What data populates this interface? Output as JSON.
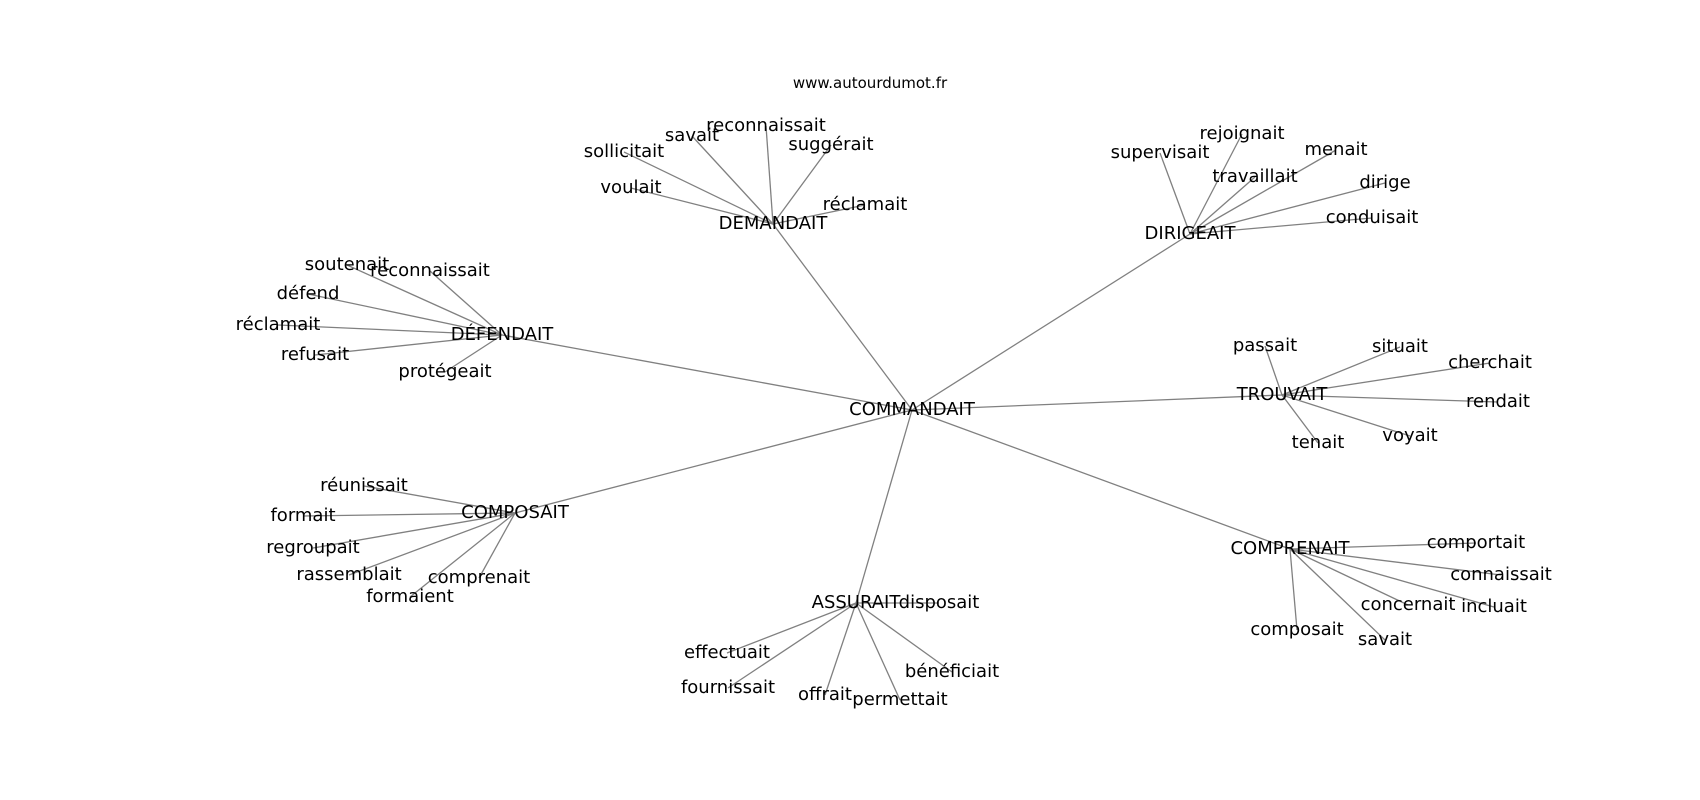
{
  "source": "www.autourdumot.fr",
  "center": "COMMANDAIT",
  "clusters": [
    {
      "hub": "DEMANDAIT",
      "words": [
        "savait",
        "reconnaissait",
        "sollicitait",
        "suggérait",
        "voulait",
        "réclamait"
      ]
    },
    {
      "hub": "DIRIGEAIT",
      "words": [
        "rejoignait",
        "supervisait",
        "menait",
        "travaillait",
        "dirige",
        "conduisait"
      ]
    },
    {
      "hub": "DÉFENDAIT",
      "words": [
        "soutenait",
        "reconnaissait",
        "défend",
        "réclamait",
        "refusait",
        "protégeait"
      ]
    },
    {
      "hub": "TROUVAIT",
      "words": [
        "passait",
        "situait",
        "cherchait",
        "rendait",
        "voyait",
        "tenait"
      ]
    },
    {
      "hub": "COMPOSAIT",
      "words": [
        "réunissait",
        "formait",
        "regroupait",
        "rassemblait",
        "comprenait",
        "formaient"
      ]
    },
    {
      "hub": "COMPRENAIT",
      "words": [
        "comportait",
        "connaissait",
        "concernait",
        "incluait",
        "composait",
        "savait"
      ]
    },
    {
      "hub": "ASSURAIT",
      "words": [
        "disposait",
        "effectuait",
        "bénéficiait",
        "fournissait",
        "offrait",
        "permettait"
      ]
    }
  ]
}
